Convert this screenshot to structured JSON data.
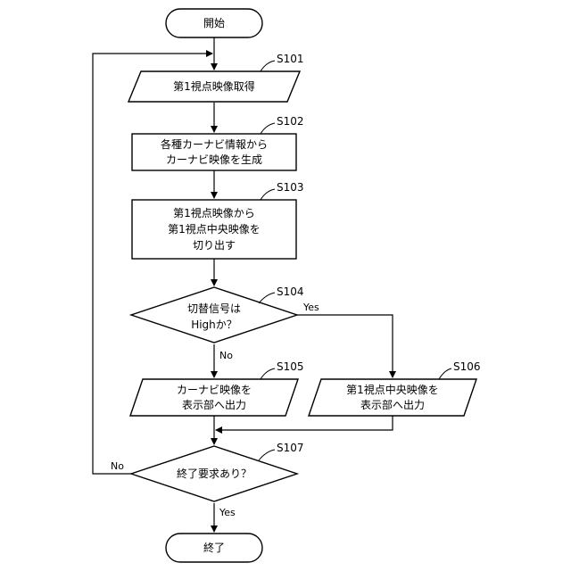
{
  "nodes": {
    "start": {
      "lines": [
        "開始"
      ]
    },
    "s101": {
      "step": "S101",
      "lines": [
        "第1視点映像取得"
      ]
    },
    "s102": {
      "step": "S102",
      "lines": [
        "各種カーナビ情報から",
        "カーナビ映像を生成"
      ]
    },
    "s103": {
      "step": "S103",
      "lines": [
        "第1視点映像から",
        "第1視点中央映像を",
        "切り出す"
      ]
    },
    "s104": {
      "step": "S104",
      "lines": [
        "切替信号は",
        "Highか？"
      ]
    },
    "s105": {
      "step": "S105",
      "lines": [
        "カーナビ映像を",
        "表示部へ出力"
      ]
    },
    "s106": {
      "step": "S106",
      "lines": [
        "第1視点中央映像を",
        "表示部へ出力"
      ]
    },
    "s107": {
      "step": "S107",
      "lines": [
        "終了要求あり？"
      ]
    },
    "end": {
      "lines": [
        "終了"
      ]
    }
  },
  "edges": {
    "s104_yes": "Yes",
    "s104_no": "No",
    "s107_no": "No",
    "s107_yes": "Yes"
  }
}
